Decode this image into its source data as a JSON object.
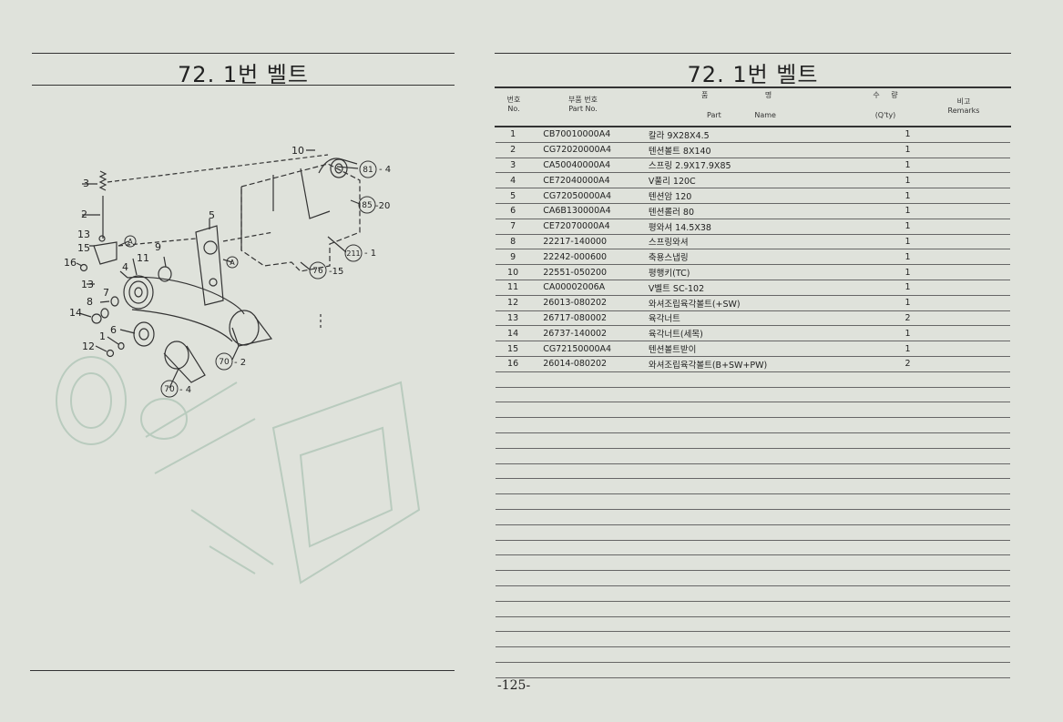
{
  "left_page": {
    "title": "72. 1번 벨트",
    "callouts": [
      {
        "text": "10"
      },
      {
        "text": "81",
        "suffix": "- 4"
      },
      {
        "text": "3"
      },
      {
        "text": "5"
      },
      {
        "text": "85",
        "suffix": "-20"
      },
      {
        "text": "2"
      },
      {
        "text": "13"
      },
      {
        "text": "A"
      },
      {
        "text": "15"
      },
      {
        "text": "9"
      },
      {
        "text": "211",
        "suffix": "- 1"
      },
      {
        "text": "16"
      },
      {
        "text": "11"
      },
      {
        "text": "A"
      },
      {
        "text": "4"
      },
      {
        "text": "76",
        "suffix": "-15"
      },
      {
        "text": "13"
      },
      {
        "text": "7"
      },
      {
        "text": "8"
      },
      {
        "text": "14"
      },
      {
        "text": "6"
      },
      {
        "text": "1"
      },
      {
        "text": "12"
      },
      {
        "text": "70",
        "suffix": "- 2"
      },
      {
        "text": "70",
        "suffix": "- 4"
      }
    ]
  },
  "right_page": {
    "title": "72. 1번 벨트",
    "headers": {
      "no_kr": "번호",
      "no_en": "No.",
      "part_kr": "부품 번호",
      "part_en": "Part No.",
      "name_kr_1": "품",
      "name_kr_2": "명",
      "name_en_1": "Part",
      "name_en_2": "Name",
      "qty_kr_1": "수",
      "qty_kr_2": "량",
      "qty_en": "(Q'ty)",
      "rem_kr": "비고",
      "rem_en": "Remarks"
    },
    "rows": [
      {
        "no": "1",
        "part": "CB70010000A4",
        "name": "칼라 9X28X4.5",
        "qty": "1"
      },
      {
        "no": "2",
        "part": "CG72020000A4",
        "name": "텐션볼트 8X140",
        "qty": "1"
      },
      {
        "no": "3",
        "part": "CA50040000A4",
        "name": "스프링 2.9X17.9X85",
        "qty": "1"
      },
      {
        "no": "4",
        "part": "CE72040000A4",
        "name": "V풀리 120C",
        "qty": "1"
      },
      {
        "no": "5",
        "part": "CG72050000A4",
        "name": "텐션암 120",
        "qty": "1"
      },
      {
        "no": "6",
        "part": "CA6B130000A4",
        "name": "텐션롤러 80",
        "qty": "1"
      },
      {
        "no": "7",
        "part": "CE72070000A4",
        "name": "평와셔 14.5X38",
        "qty": "1"
      },
      {
        "no": "8",
        "part": "22217-140000",
        "name": "스프링와셔",
        "qty": "1"
      },
      {
        "no": "9",
        "part": "22242-000600",
        "name": "축용스냅링",
        "qty": "1"
      },
      {
        "no": "10",
        "part": "22551-050200",
        "name": "평행키(TC)",
        "qty": "1"
      },
      {
        "no": "11",
        "part": "CA00002006A",
        "name": "V벨트 SC-102",
        "qty": "1"
      },
      {
        "no": "12",
        "part": "26013-080202",
        "name": "와셔조립육각볼트(+SW)",
        "qty": "1"
      },
      {
        "no": "13",
        "part": "26717-080002",
        "name": "육각너트",
        "qty": "2"
      },
      {
        "no": "14",
        "part": "26737-140002",
        "name": "육각너트(세목)",
        "qty": "1"
      },
      {
        "no": "15",
        "part": "CG72150000A4",
        "name": "텐션볼트받이",
        "qty": "1"
      },
      {
        "no": "16",
        "part": "26014-080202",
        "name": "와셔조립육각볼트(B+SW+PW)",
        "qty": "2"
      },
      {
        "no": "",
        "part": "",
        "name": "",
        "qty": ""
      },
      {
        "no": "",
        "part": "",
        "name": "",
        "qty": ""
      },
      {
        "no": "",
        "part": "",
        "name": "",
        "qty": ""
      },
      {
        "no": "",
        "part": "",
        "name": "",
        "qty": ""
      },
      {
        "no": "",
        "part": "",
        "name": "",
        "qty": ""
      },
      {
        "no": "",
        "part": "",
        "name": "",
        "qty": ""
      },
      {
        "no": "",
        "part": "",
        "name": "",
        "qty": ""
      },
      {
        "no": "",
        "part": "",
        "name": "",
        "qty": ""
      },
      {
        "no": "",
        "part": "",
        "name": "",
        "qty": ""
      },
      {
        "no": "",
        "part": "",
        "name": "",
        "qty": ""
      },
      {
        "no": "",
        "part": "",
        "name": "",
        "qty": ""
      },
      {
        "no": "",
        "part": "",
        "name": "",
        "qty": ""
      },
      {
        "no": "",
        "part": "",
        "name": "",
        "qty": ""
      },
      {
        "no": "",
        "part": "",
        "name": "",
        "qty": ""
      },
      {
        "no": "",
        "part": "",
        "name": "",
        "qty": ""
      },
      {
        "no": "",
        "part": "",
        "name": "",
        "qty": ""
      },
      {
        "no": "",
        "part": "",
        "name": "",
        "qty": ""
      },
      {
        "no": "",
        "part": "",
        "name": "",
        "qty": ""
      },
      {
        "no": "",
        "part": "",
        "name": "",
        "qty": ""
      },
      {
        "no": "",
        "part": "",
        "name": "",
        "qty": ""
      }
    ],
    "page_number": "-125-"
  },
  "colors": {
    "paper": "#dfe2db",
    "ink": "#222222",
    "ghost": "#b9cbbe"
  }
}
